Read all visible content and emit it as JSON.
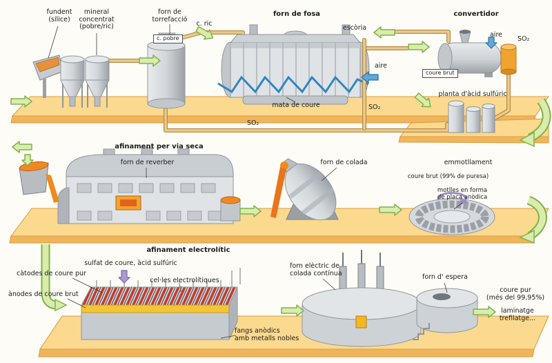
{
  "colors": {
    "platform": "#FBD98E",
    "platform_edge": "#F0B55C",
    "arrow_green_fill": "#D9ECAD",
    "arrow_green_stroke": "#7FB248",
    "pipe_fill": "#EACB90",
    "pipe_stroke": "#B98A42",
    "machine_light": "#E2E5E8",
    "machine_mid": "#C2C7CC",
    "machine_dark": "#8E959B",
    "water_blue": "#2F86C0",
    "molten_orange": "#F08A1F",
    "electrode_red": "#C43A2C",
    "cell_yellow": "#F4C635",
    "rotation_purple": "#9A8CC4"
  },
  "top": {
    "fundent": "fundent\n(sílice)",
    "mineral": "mineral\nconcentrat\n(pobre/ric)",
    "forn_torrefaccio": "forn de\ntorrefacció",
    "c_ric": "c. ric",
    "c_pobre": "c. pobre",
    "forn_fosa": "forn de fosa",
    "escoria": "escòria",
    "convertidor": "convertidor",
    "aire_convertidor": "aire",
    "so2_convertidor": "SO₂",
    "coure_brut": "coure brut",
    "planta_acid": "planta d'àcid sulfúric",
    "aire_fosa": "aire",
    "mata_de_coure": "mata de coure",
    "so2_fosa": "SO₂",
    "so2_torrefaccio": "SO₂"
  },
  "middle": {
    "titol": "afinament per via seca",
    "forn_reverber": "forn de reverber",
    "forn_colada": "forn de colada",
    "emmotllament": "emmotllament",
    "coure_brut_puresa": "coure brut (99% de puresa)",
    "motlles": "motlles en forma\nde placa anòdica"
  },
  "bottom": {
    "titol": "afinament electrolític",
    "sulfat": "sulfat de coure, àcid sulfúric",
    "catodes": "càtodes de coure pur",
    "celles": "cel·les electrolítiques",
    "anodes": "ànodes de coure brut",
    "forn_electric": "forn elèctric de\ncolada contínua",
    "forn_espera": "forn d' espera",
    "coure_pur": "coure pur\n(més del 99,95%)",
    "laminatge": "laminatge\ntrefilatge...",
    "fangs": "fangs anòdics\namb metalls nobles"
  }
}
